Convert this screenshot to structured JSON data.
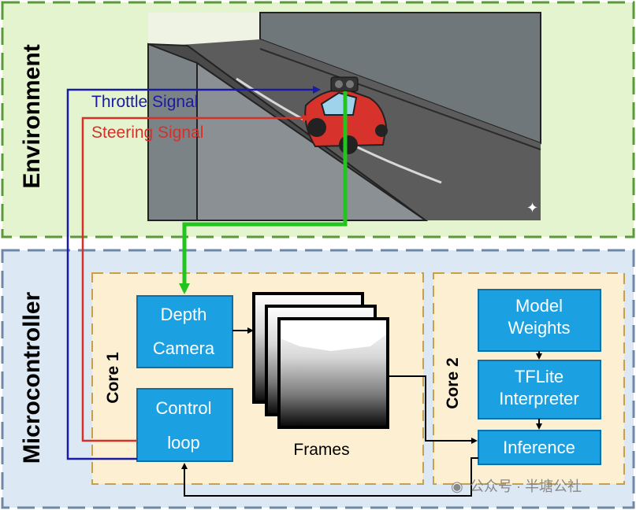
{
  "environment": {
    "label": "Environment",
    "throttle_label": "Throttle Signal",
    "steering_label": "Steering Signal"
  },
  "microcontroller": {
    "label": "Microcontroller",
    "core1": {
      "label": "Core 1",
      "depth_camera": [
        "Depth",
        "Camera"
      ],
      "control_loop": [
        "Control",
        "loop"
      ],
      "frames_label": "Frames"
    },
    "core2": {
      "label": "Core 2",
      "model_weights": [
        "Model",
        "Weights"
      ],
      "tflite": [
        "TFLite",
        "Interpreter"
      ],
      "inference": "Inference"
    }
  },
  "watermark": "公众号 · 半塘公社",
  "colors": {
    "env_bg": "#e4f4cf",
    "env_border": "#5a9a3a",
    "mc_bg": "#dde8f5",
    "mc_border": "#6f88a8",
    "core_bg": "#fdf0d2",
    "core_border": "#c9a04a",
    "box_fill": "#1ba1e2",
    "box_border": "#0c6fa6",
    "throttle": "#1a1aa8",
    "steering": "#d63028",
    "camera_signal": "#22c41e"
  }
}
